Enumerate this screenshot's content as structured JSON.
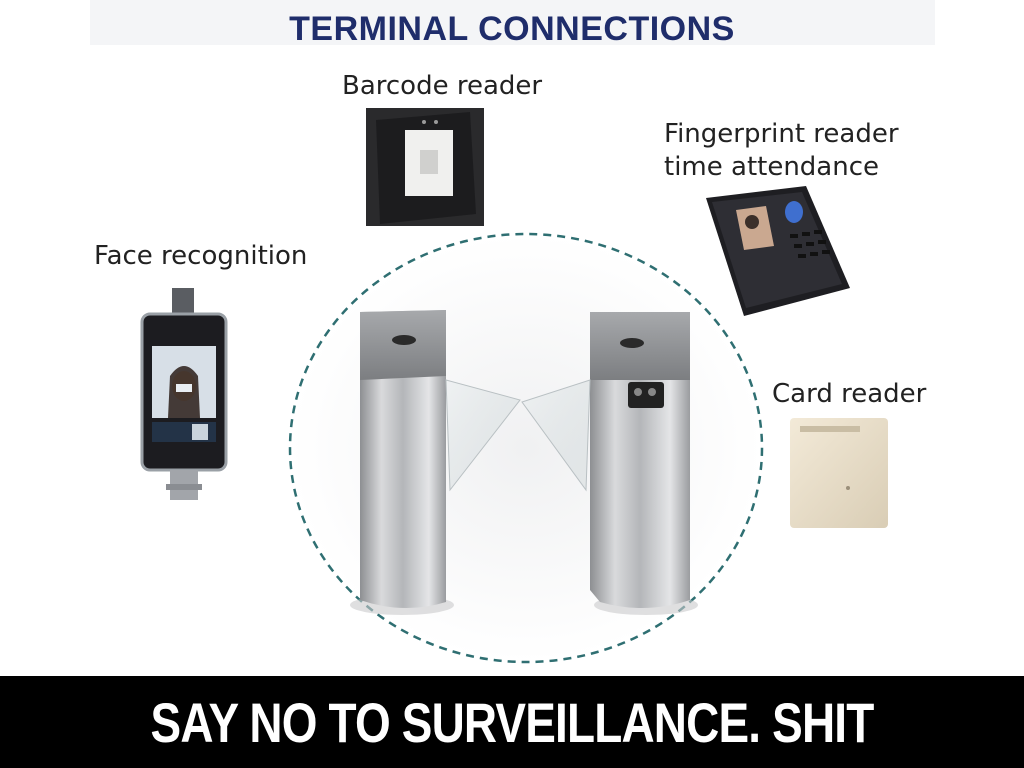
{
  "title": "TERMINAL CONNECTIONS",
  "devices": {
    "barcode": "Barcode reader",
    "fingerprint_line1": "Fingerprint reader",
    "fingerprint_line2": "time attendance",
    "face": "Face recognition",
    "card": "Card reader"
  },
  "banner": "SAY NO TO SURVEILLANCE. SHIT",
  "colors": {
    "title": "#1f2d6b",
    "circle": "#2f6f72",
    "banner_bg": "#000000",
    "banner_text": "#ffffff"
  }
}
